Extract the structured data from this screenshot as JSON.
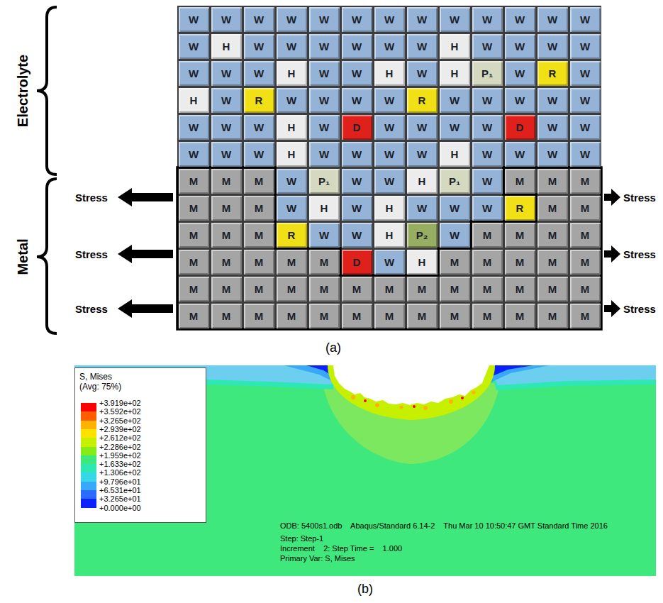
{
  "diagram": {
    "nodes": [
      {
        "text": [
          "W"
        ]
      },
      {
        "text": [
          "W"
        ]
      },
      {
        "text": [
          "W"
        ]
      },
      {
        "text": [
          "W"
        ]
      },
      {
        "text": [
          "W"
        ]
      },
      {
        "text": [
          "W"
        ]
      },
      {
        "text": [
          "W"
        ]
      },
      {
        "text": [
          "W"
        ]
      },
      {
        "text": [
          "W"
        ]
      },
      {
        "text": [
          "W"
        ]
      },
      {
        "text": [
          "W"
        ]
      },
      {
        "text": [
          "W"
        ]
      },
      {
        "text": [
          "W"
        ]
      },
      {
        "text": [
          "W"
        ]
      },
      {
        "text": [
          "H"
        ]
      },
      {
        "text": [
          "W"
        ]
      },
      {
        "text": [
          "W"
        ]
      },
      {
        "text": [
          "W"
        ]
      },
      {
        "text": [
          "W"
        ]
      },
      {
        "text": [
          "W"
        ]
      },
      {
        "text": [
          "W"
        ]
      },
      {
        "text": [
          "H"
        ]
      },
      {
        "text": [
          "W"
        ]
      },
      {
        "text": [
          "W"
        ]
      },
      {
        "text": [
          "W"
        ]
      },
      {
        "text": [
          "W"
        ]
      },
      {
        "text": [
          "W"
        ]
      },
      {
        "text": [
          "W"
        ]
      },
      {
        "text": [
          "W"
        ]
      },
      {
        "text": [
          "H"
        ]
      },
      {
        "text": [
          "W"
        ]
      },
      {
        "text": [
          "W"
        ]
      },
      {
        "text": [
          "H"
        ]
      },
      {
        "text": [
          "W"
        ]
      },
      {
        "text": [
          "H"
        ]
      },
      {
        "text": [
          "P₁"
        ]
      },
      {
        "text": [
          "W"
        ]
      },
      {
        "text": [
          "R"
        ]
      },
      {
        "text": [
          "W"
        ]
      },
      {
        "text": [
          "H"
        ]
      },
      {
        "text": [
          "W"
        ]
      },
      {
        "text": [
          "R"
        ]
      },
      {
        "text": [
          "W"
        ]
      },
      {
        "text": [
          "W"
        ]
      },
      {
        "text": [
          "W"
        ]
      },
      {
        "text": [
          "W"
        ]
      },
      {
        "text": [
          "R"
        ]
      },
      {
        "text": [
          "W"
        ]
      },
      {
        "text": [
          "W"
        ]
      },
      {
        "text": [
          "W"
        ]
      },
      {
        "text": [
          "W"
        ]
      },
      {
        "text": [
          "W"
        ]
      },
      {
        "text": [
          "W"
        ]
      },
      {
        "text": [
          "W"
        ]
      },
      {
        "text": [
          "W"
        ]
      },
      {
        "text": [
          "H"
        ]
      },
      {
        "text": [
          "W"
        ]
      },
      {
        "text": [
          "D"
        ]
      },
      {
        "text": [
          "W"
        ]
      },
      {
        "text": [
          "W"
        ]
      },
      {
        "text": [
          "W"
        ]
      },
      {
        "text": [
          "W"
        ]
      },
      {
        "text": [
          "D"
        ]
      },
      {
        "text": [
          "W"
        ]
      },
      {
        "text": [
          "W"
        ]
      },
      {
        "text": [
          "W"
        ]
      },
      {
        "text": [
          "W"
        ]
      },
      {
        "text": [
          "W"
        ]
      },
      {
        "text": [
          "H"
        ]
      },
      {
        "text": [
          "W"
        ]
      },
      {
        "text": [
          "W"
        ]
      },
      {
        "text": [
          "W"
        ]
      },
      {
        "text": [
          "W"
        ]
      },
      {
        "text": [
          "H"
        ]
      },
      {
        "text": [
          "W"
        ]
      },
      {
        "text": [
          "W"
        ]
      },
      {
        "text": [
          "W"
        ]
      },
      {
        "text": [
          "W"
        ]
      },
      {
        "text": [
          "M"
        ]
      },
      {
        "text": [
          "M"
        ]
      },
      {
        "text": [
          "M"
        ]
      },
      {
        "text": [
          "W"
        ]
      },
      {
        "text": [
          "P₁"
        ]
      },
      {
        "text": [
          "W"
        ]
      },
      {
        "text": [
          "W"
        ]
      },
      {
        "text": [
          "H"
        ]
      },
      {
        "text": [
          "P₁"
        ]
      },
      {
        "text": [
          "W"
        ]
      },
      {
        "text": [
          "M"
        ]
      },
      {
        "text": [
          "M"
        ]
      },
      {
        "text": [
          "M"
        ]
      },
      {
        "text": [
          "M"
        ]
      },
      {
        "text": [
          "M"
        ]
      },
      {
        "text": [
          "M"
        ]
      },
      {
        "text": [
          "W"
        ]
      },
      {
        "text": [
          "H"
        ]
      },
      {
        "text": [
          "W"
        ]
      },
      {
        "text": [
          "H"
        ]
      },
      {
        "text": [
          "W"
        ]
      },
      {
        "text": [
          "W"
        ]
      },
      {
        "text": [
          "W"
        ]
      },
      {
        "text": [
          "R"
        ]
      },
      {
        "text": [
          "M"
        ]
      },
      {
        "text": [
          "M"
        ]
      },
      {
        "text": [
          "M"
        ]
      },
      {
        "text": [
          "M"
        ]
      },
      {
        "text": [
          "M"
        ]
      },
      {
        "text": [
          "R"
        ]
      },
      {
        "text": [
          "W"
        ]
      },
      {
        "text": [
          "W"
        ]
      },
      {
        "text": [
          "H"
        ]
      },
      {
        "text": [
          "P₂"
        ]
      },
      {
        "text": [
          "W"
        ]
      },
      {
        "text": [
          "M"
        ]
      },
      {
        "text": [
          "M"
        ]
      },
      {
        "text": [
          "M"
        ]
      },
      {
        "text": [
          "M"
        ]
      },
      {
        "text": [
          "M"
        ]
      },
      {
        "text": [
          "M"
        ]
      },
      {
        "text": [
          "M"
        ]
      },
      {
        "text": [
          "M"
        ]
      },
      {
        "text": [
          "M"
        ]
      },
      {
        "text": [
          "D"
        ]
      },
      {
        "text": [
          "W"
        ]
      },
      {
        "text": [
          "H"
        ]
      },
      {
        "text": [
          "M"
        ]
      },
      {
        "text": [
          "M"
        ]
      },
      {
        "text": [
          "M"
        ]
      },
      {
        "text": [
          "M"
        ]
      },
      {
        "text": [
          "M"
        ]
      },
      {
        "text": [
          "M"
        ]
      },
      {
        "text": [
          "M"
        ]
      },
      {
        "text": [
          "M"
        ]
      },
      {
        "text": [
          "M"
        ]
      },
      {
        "text": [
          "M"
        ]
      },
      {
        "text": [
          "M"
        ]
      },
      {
        "text": [
          "M"
        ]
      },
      {
        "text": [
          "M"
        ]
      },
      {
        "text": [
          "M"
        ]
      },
      {
        "text": [
          "M"
        ]
      },
      {
        "text": [
          "M"
        ]
      },
      {
        "text": [
          "M"
        ]
      },
      {
        "text": [
          "M"
        ]
      },
      {
        "text": [
          "M"
        ]
      },
      {
        "text": [
          "M"
        ]
      },
      {
        "text": [
          "M"
        ]
      },
      {
        "text": [
          "M"
        ]
      },
      {
        "text": [
          "M"
        ]
      },
      {
        "text": [
          "M"
        ]
      },
      {
        "text": [
          "M"
        ]
      },
      {
        "text": [
          "M"
        ]
      },
      {
        "text": [
          "M"
        ]
      },
      {
        "text": [
          "M"
        ]
      },
      {
        "text": [
          "M"
        ]
      },
      {
        "text": [
          "M"
        ]
      },
      {
        "text": [
          "M"
        ]
      }
    ],
    "labels": [
      "Electrolyte",
      "Metal",
      "Stress",
      "Stress",
      "Stress",
      "Stress",
      "Stress",
      "Stress",
      "(a)",
      "S, Mises",
      "(Avg: 75%)",
      "+0.000e+00",
      "ODB: 5400s1.odb    Abaqus/Standard 6.14-2    Thu Mar 10 10:50:47 GMT Standard Time 2016",
      "Step: Step-1",
      "Increment    2: Step Time =    1.000",
      "Primary Var: S, Mises",
      "(b)"
    ],
    "legend": [
      {
        "text": "+3.919e+02",
        "color": "#ff0000"
      },
      {
        "text": "+3.592e+02",
        "color": "#ff5d00"
      },
      {
        "text": "+3.265e+02",
        "color": "#ffb300"
      },
      {
        "text": "+2.939e+02",
        "color": "#ffe300"
      },
      {
        "text": "+2.612e+02",
        "color": "#c6f000"
      },
      {
        "text": "+2.286e+02",
        "color": "#86ec18"
      },
      {
        "text": "+1.959e+02",
        "color": "#3ee87c"
      },
      {
        "text": "+1.633e+02",
        "color": "#2ee8b4"
      },
      {
        "text": "+1.306e+02",
        "color": "#36d8e8"
      },
      {
        "text": "+9.796e+01",
        "color": "#3aa8f8"
      },
      {
        "text": "+6.531e+01",
        "color": "#2a6cff"
      },
      {
        "text": "+3.265e+01",
        "color": "#0a22ff"
      }
    ]
  }
}
